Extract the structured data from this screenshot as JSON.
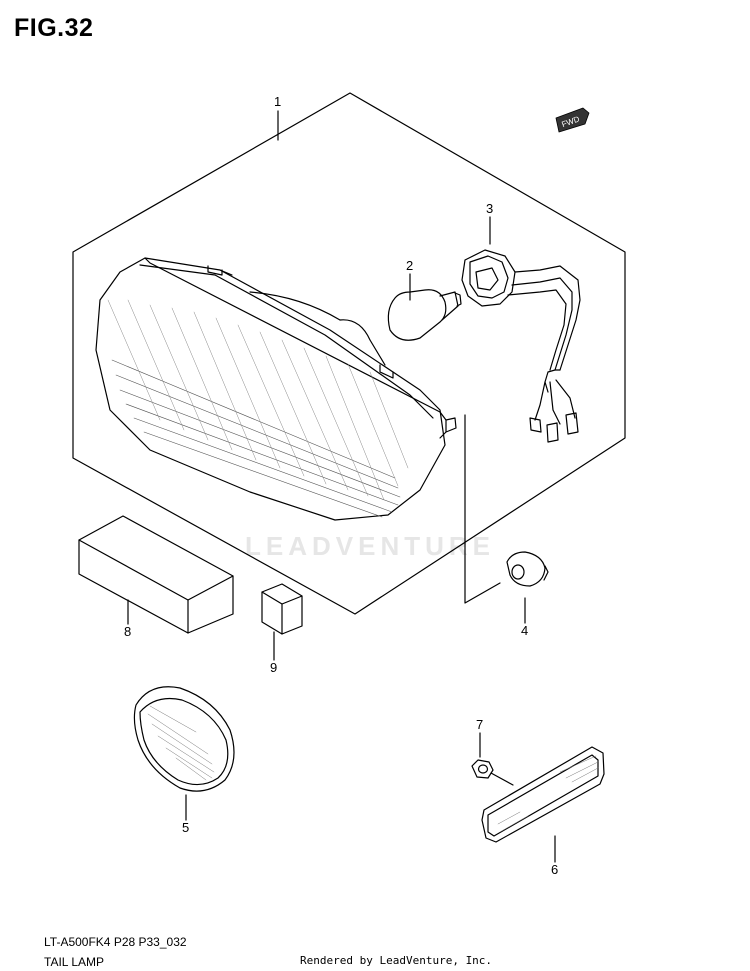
{
  "figure": {
    "title": "FIG.32"
  },
  "watermark": "LEADVENTURE",
  "direction_tag": "FWD",
  "callouts": {
    "part_1": "1",
    "part_2": "2",
    "part_3": "3",
    "part_4": "4",
    "part_5": "5",
    "part_6": "6",
    "part_7": "7",
    "part_8": "8",
    "part_9": "9"
  },
  "footer": {
    "model_code": "LT-A500FK4 P28 P33_032",
    "caption": "TAIL LAMP",
    "rendered_by": "Rendered by LeadVenture, Inc."
  }
}
